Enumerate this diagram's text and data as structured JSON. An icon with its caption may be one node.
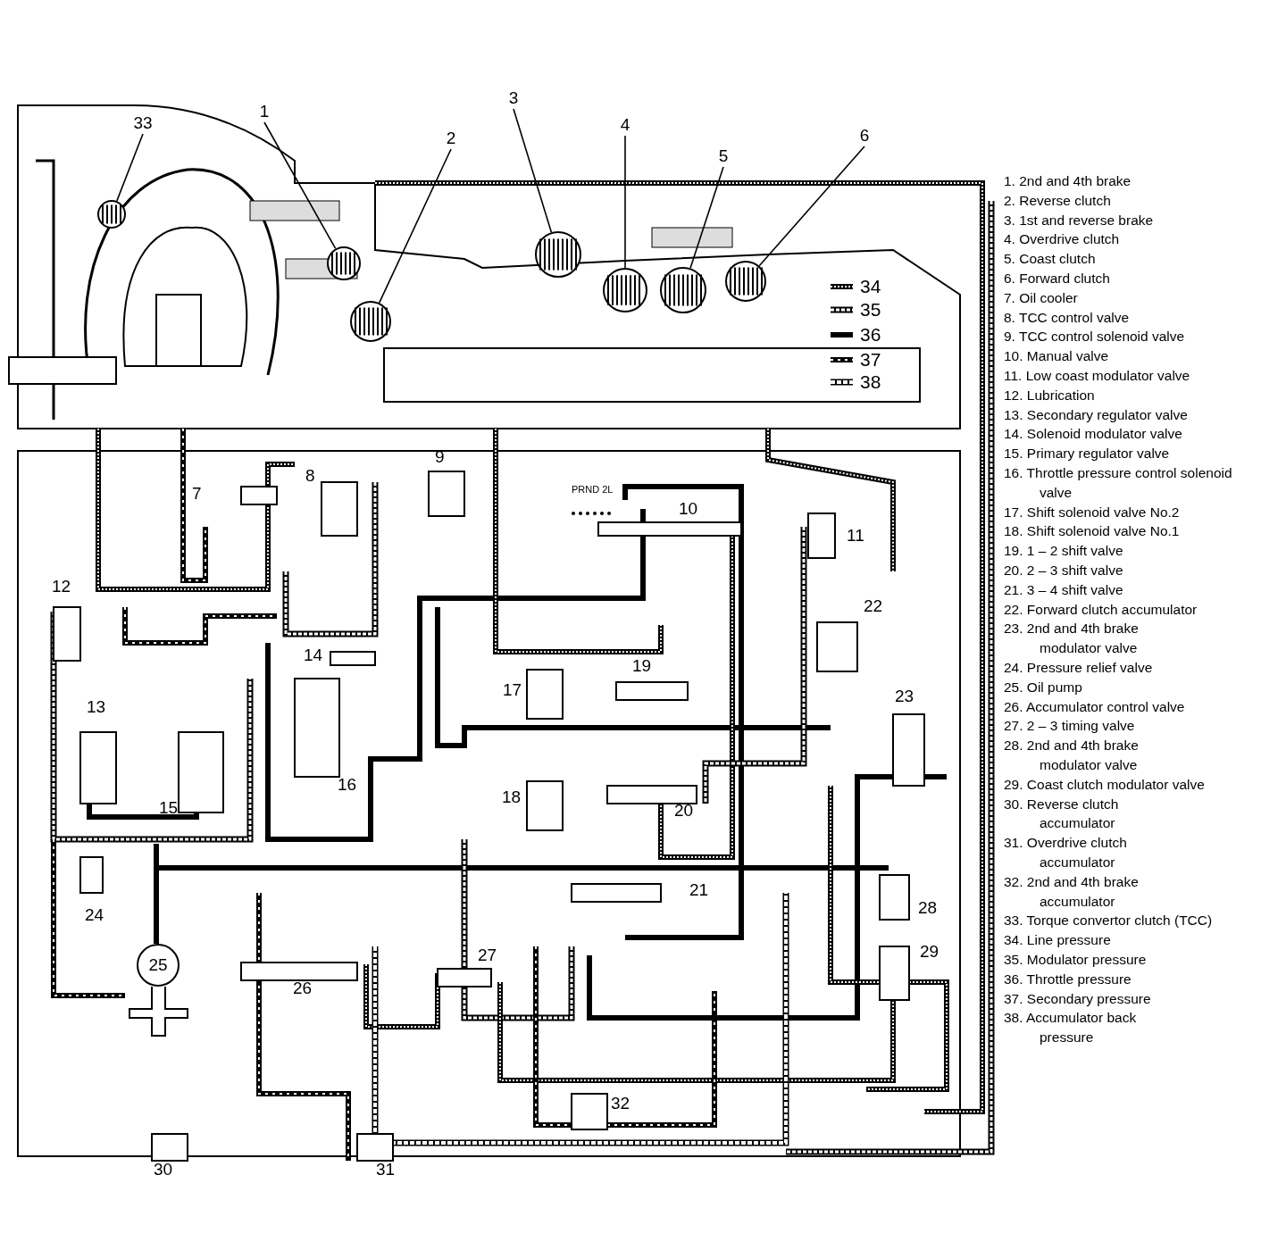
{
  "diagram": {
    "nodes": [
      {
        "text": [
          "1"
        ]
      },
      {
        "text": [
          "2"
        ]
      },
      {
        "text": [
          "3"
        ]
      },
      {
        "text": [
          "4"
        ]
      },
      {
        "text": [
          "5"
        ]
      },
      {
        "text": [
          "6"
        ]
      },
      {
        "text": [
          "33"
        ]
      },
      {
        "text": [
          "25"
        ]
      },
      {
        "text": [],
        "shape": "circle"
      },
      {
        "text": [],
        "shape": "circle"
      },
      {
        "text": [],
        "shape": "circle"
      },
      {
        "text": [],
        "shape": "circle"
      },
      {
        "text": [],
        "shape": "circle"
      },
      {
        "text": [],
        "shape": "circle"
      },
      {
        "text": [],
        "shape": "circle"
      }
    ],
    "edges": [
      {
        "from": 0,
        "to": 8,
        "arrow": "none"
      },
      {
        "from": 1,
        "to": 9,
        "arrow": "none"
      },
      {
        "from": 2,
        "to": 10,
        "arrow": "none"
      },
      {
        "from": 3,
        "to": 11,
        "arrow": "none"
      },
      {
        "from": 4,
        "to": 12,
        "arrow": "none"
      },
      {
        "from": 5,
        "to": 13,
        "arrow": "none"
      },
      {
        "from": 6,
        "to": 14,
        "arrow": "none"
      }
    ],
    "labels": [
      "9",
      "8",
      "7",
      "PRND 2L",
      "10",
      "11",
      "12",
      "22",
      "14",
      "19",
      "17",
      "13",
      "23",
      "16",
      "18",
      "15",
      "20",
      "21",
      "24",
      "28",
      "29",
      "27",
      "26",
      "32",
      "30",
      "31",
      "1. 2nd and 4th brake",
      "2. Reverse clutch",
      "3. 1st and reverse brake",
      "4. Overdrive clutch",
      "5. Coast clutch",
      "6. Forward clutch",
      "7. Oil cooler",
      "8. TCC control valve",
      "9. TCC control solenoid valve",
      "10. Manual valve",
      "11. Low coast modulator valve",
      "12. Lubrication",
      "13. Secondary regulator valve",
      "14. Solenoid modulator valve",
      "15. Primary regulator valve",
      "16. Throttle pressure control solenoid valve",
      "17. Shift solenoid valve No.2",
      "18. Shift solenoid valve No.1",
      "19. 1 – 2 shift valve",
      "20. 2 – 3 shift valve",
      "21. 3 – 4 shift valve",
      "22. Forward clutch accumulator",
      "23. 2nd and 4th brake modulator valve",
      "24. Pressure relief valve",
      "25. Oil pump",
      "26. Accumulator control valve",
      "27. 2 – 3 timing valve",
      "28. 2nd and 4th brake modulator valve",
      "29. Coast clutch modulator valve",
      "30. Reverse clutch accumulator",
      "31. Overdrive clutch accumulator",
      "32. 2nd and 4th brake accumulator",
      "33. Torque convertor clutch (TCC)",
      "34. Line pressure",
      "35. Modulator pressure",
      "36. Throttle pressure",
      "37. Secondary pressure",
      "38. Accumulator back pressure"
    ],
    "legend": [
      {
        "text": "34"
      },
      {
        "text": "35"
      },
      {
        "text": "36"
      },
      {
        "text": "37"
      },
      {
        "text": "38"
      }
    ]
  }
}
